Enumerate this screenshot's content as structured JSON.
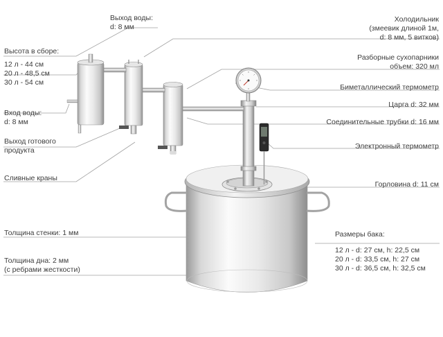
{
  "labels_left": {
    "water_out": {
      "title": "Выход воды:",
      "value": "d: 8 мм"
    },
    "height": {
      "title": "Высота в сборе:",
      "lines": [
        "12 л - 44 см",
        "20 л - 48,5 см",
        "30 л - 54 см"
      ]
    },
    "water_in": {
      "title": "Вход воды:",
      "value": "d: 8 мм"
    },
    "product_out": {
      "lines": [
        "Выход готового",
        "продукта"
      ]
    },
    "drain_taps": "Сливные краны",
    "wall": "Толщина стенки: 1 мм",
    "bottom": {
      "lines": [
        "Толщина дна: 2 мм",
        "(с ребрами жесткости)"
      ]
    }
  },
  "labels_right": {
    "cooler": {
      "lines": [
        "Холодильник",
        "(змеевик длиной 1м,",
        "d: 8 мм, 5 витков)"
      ]
    },
    "steamers": {
      "lines": [
        "Разборные сухопарники",
        "объем: 320 мл"
      ]
    },
    "bimetal": "Биметаллический термометр",
    "column": "Царга d: 32 мм",
    "tubes": "Соединительные трубки d: 16 мм",
    "electronic": "Электронный термометр",
    "neck": "Горловина d: 11 см",
    "tank": {
      "title": "Размеры бака:",
      "lines": [
        "12 л - d: 27 см, h: 22,5 см",
        "20 л - d: 33,5 см, h: 27 см",
        "30 л - d: 36,5 см, h: 32,5 см"
      ]
    }
  },
  "colors": {
    "line": "#9a9a9a",
    "text": "#3c3c3c",
    "steel_light": "#f2f2f2",
    "steel_dark": "#8c8c8c"
  }
}
